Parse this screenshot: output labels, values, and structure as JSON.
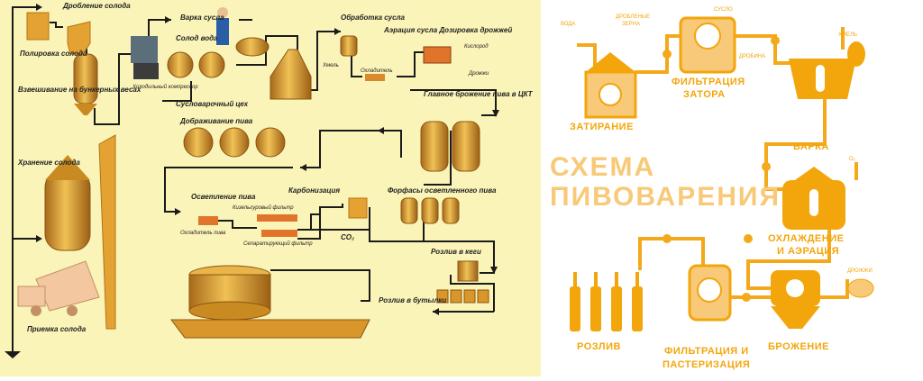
{
  "left": {
    "labels": {
      "crushing": "Дробление солода",
      "polishing": "Полировка солода",
      "weighing": "Взвешивание на бункерных весах",
      "storage": "Хранение солода",
      "reception": "Приемка солода",
      "brewing": "Варка сусла",
      "malt_water": "Солод вода",
      "compressor": "Холодильный компрессор",
      "brewhouse": "Сусловарочный цех",
      "wort_treatment": "Обработка сусла",
      "aeration": "Аэрация сусла Дозировка дрожжей",
      "oxygen": "Кислород",
      "yeast": "Дрожжи",
      "hops": "Хмель",
      "cooler": "Охладитель",
      "main_fermentation": "Главное брожение пива в ЦКТ",
      "maturation": "Дображивание пива",
      "clarification": "Осветление пива",
      "kieselguhr": "Кизельгуровый фильтр",
      "beer_cooler": "Охладитель пива",
      "sep_filter": "Сепаратирующий фильтр",
      "carbonization": "Карбонизация",
      "co2": "CO₂",
      "bright_tanks": "Форфасы осветленного пива",
      "kegs": "Розлив в кеги",
      "bottles": "Розлив в бутылки"
    }
  },
  "right": {
    "title_line1": "СХЕМА",
    "title_line2": "ПИВОВАРЕНИЯ",
    "stages": {
      "mashing": "ЗАТИРАНИЕ",
      "filtration": "ФИЛЬТРАЦИЯ",
      "filtration2": "ЗАТОРА",
      "boiling": "ВАРКА",
      "cooling": "ОХЛАЖДЕНИЕ",
      "cooling2": "И АЭРАЦИЯ",
      "fermentation": "БРОЖЕНИЕ",
      "pasteur": "ФИЛЬТРАЦИЯ И",
      "pasteur2": "ПАСТЕРИЗАЦИЯ",
      "bottling": "РОЗЛИВ"
    },
    "inputs": {
      "water": "ВОДА",
      "grain": "ДРОБЛЕНЫЕ",
      "grain2": "ЗЕРНА",
      "wort": "СУСЛО",
      "husk": "ДРОБИНА",
      "hops": "ХМЕЛЬ",
      "o2": "O₂",
      "yeast": "ДРОЖЖИ"
    }
  },
  "colors": {
    "left_bg": "#fbf4b8",
    "gold": "#f2a60c",
    "light_gold": "#f7cd7c",
    "tank": "#d9962a",
    "pipe": "#1a1a1a"
  }
}
